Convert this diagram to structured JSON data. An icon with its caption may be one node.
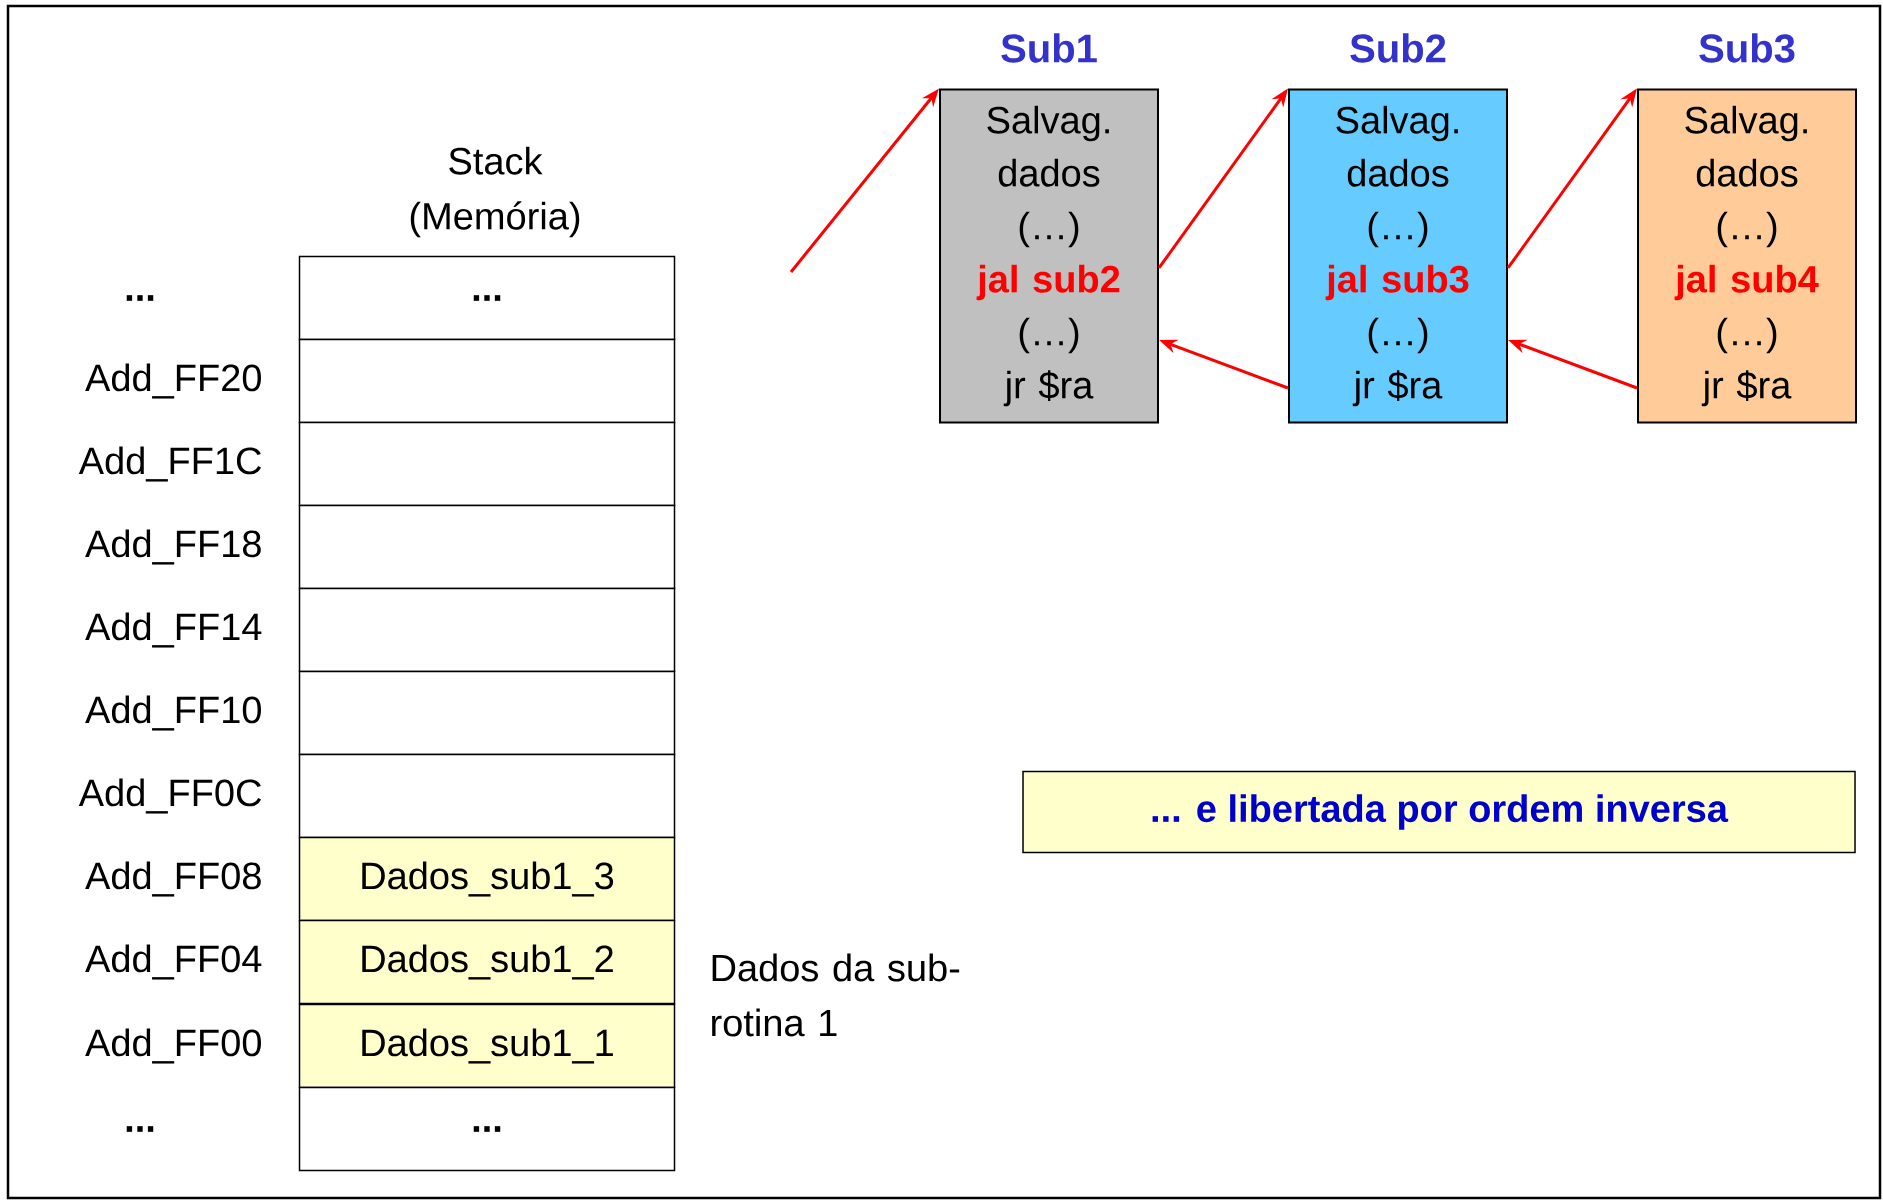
{
  "diagram": {
    "nodes": [
      {
        "text": [
          "Sub1",
          "Salvag. dados",
          "(…)",
          "jal sub2",
          "(…)",
          "jr $ra"
        ]
      },
      {
        "text": [
          "Sub2",
          "Salvag. dados",
          "(…)",
          "jal sub3",
          "(…)",
          "jr $ra"
        ]
      },
      {
        "text": [
          "Sub3",
          "Salvag. dados",
          "(…)",
          "jal sub4",
          "(…)",
          "jr $ra"
        ]
      },
      {
        "text": [
          "..."
        ]
      },
      {
        "text": [],
        "shape": "box"
      },
      {
        "text": [],
        "shape": "box"
      },
      {
        "text": [],
        "shape": "box"
      },
      {
        "text": [],
        "shape": "box"
      },
      {
        "text": [],
        "shape": "box"
      },
      {
        "text": [],
        "shape": "box"
      },
      {
        "text": [
          "Dados_sub1_3"
        ]
      },
      {
        "text": [
          "Dados_sub1_2"
        ]
      },
      {
        "text": [
          "Dados_sub1_1"
        ]
      },
      {
        "text": [
          "..."
        ]
      },
      {
        "text": [
          "... e libertada por ordem inversa"
        ]
      }
    ],
    "edges": [
      {
        "from": null,
        "to": 0,
        "arrow": "to"
      },
      {
        "from": 0,
        "to": 1,
        "arrow": "to"
      },
      {
        "from": 1,
        "to": 2,
        "arrow": "to"
      },
      {
        "from": 1,
        "to": 0,
        "arrow": "to"
      },
      {
        "from": 2,
        "to": 1,
        "arrow": "to"
      }
    ],
    "labels": [
      "Stack (Memória)",
      "...",
      "Add_FF20",
      "Add_FF1C",
      "Add_FF18",
      "Add_FF14",
      "Add_FF10",
      "Add_FF0C",
      "Add_FF08",
      "Add_FF04",
      "Add_FF00",
      "...",
      "Dados da sub-rotina 1"
    ]
  }
}
